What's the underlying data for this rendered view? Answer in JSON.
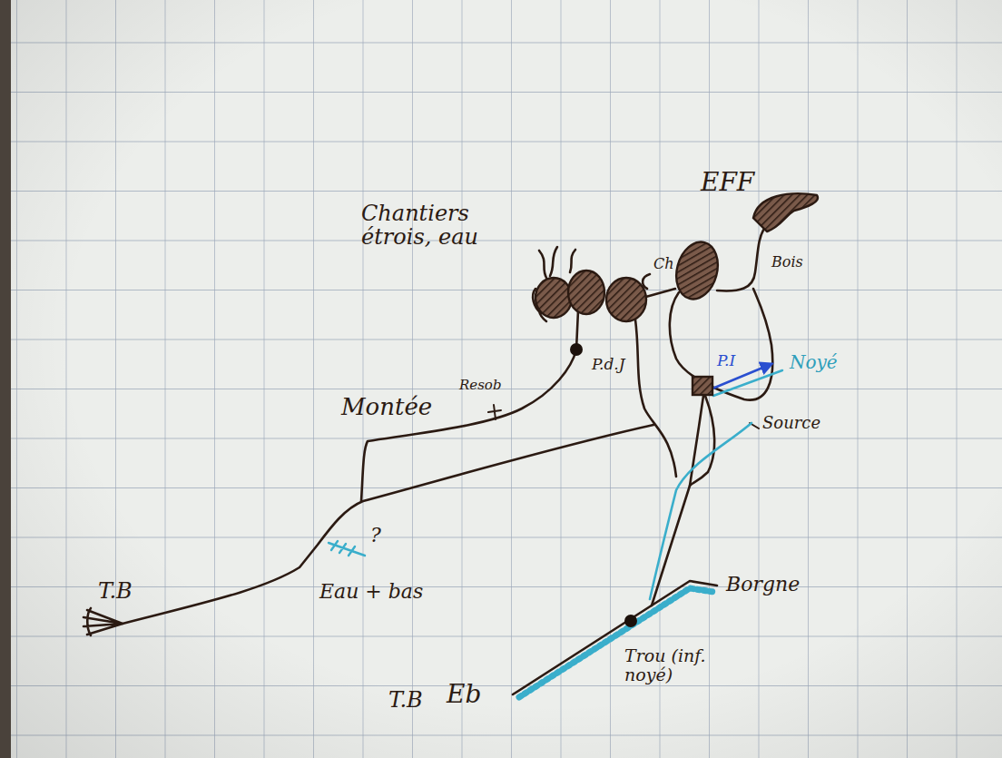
{
  "diagram": {
    "labels": [
      "EFF",
      "Chantiers étrois, eau",
      "Ch",
      "Bois",
      "Resob",
      "P.d.J",
      "Montée",
      "P.I",
      "Noyé",
      "Source",
      "T.B",
      "?",
      "Eau + bas",
      "Borgne",
      "T.B",
      "Eb",
      "Trou (inf. noyé)"
    ]
  }
}
